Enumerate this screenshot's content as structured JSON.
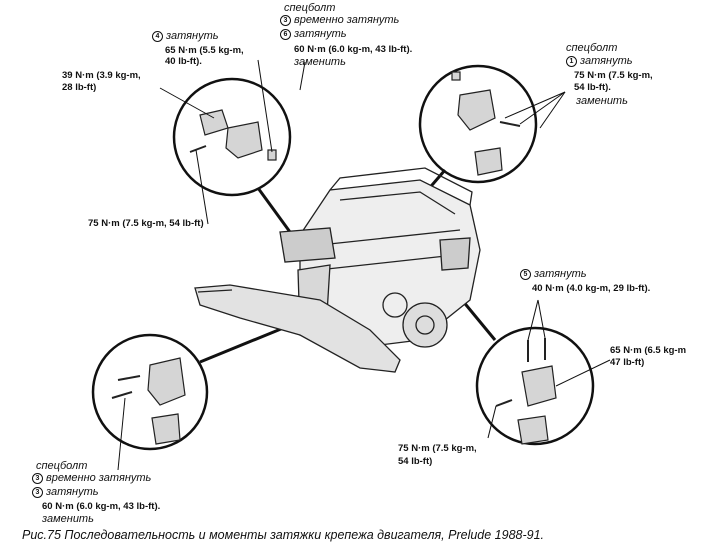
{
  "top_center": {
    "special_bolt": "спецболт",
    "step3_num": "3",
    "step3_text": "временно затянуть",
    "step6_num": "6",
    "step6_text": "затянуть",
    "torque": "60 N·m (6.0 kg-m, 43 lb-ft).",
    "replace": "заменить"
  },
  "top_left": {
    "step4_num": "4",
    "step4_text": "затянуть",
    "torque_a_line1": "65 N·m (5.5 kg-m,",
    "torque_a_line2": "40 lb-ft).",
    "torque_b_line1": "39 N·m (3.9 kg-m,",
    "torque_b_line2": "28 lb-ft)",
    "torque_c": "75 N·m (7.5 kg-m, 54 lb-ft)"
  },
  "top_right": {
    "special_bolt": "спецболт",
    "step1_num": "1",
    "step1_text": "затянуть",
    "torque_line1": "75 N·m (7.5 kg-m,",
    "torque_line2": "54 lb-ft).",
    "replace": "заменить"
  },
  "right": {
    "step5_num": "5",
    "step5_text": "затянуть",
    "torque_a": "40 N·m (4.0 kg-m, 29 lb-ft).",
    "torque_b_line1": "65 N·m (6.5 kg-m",
    "torque_b_line2": "47 lb-ft)",
    "torque_c_line1": "75 N·m (7.5 kg-m,",
    "torque_c_line2": "54 lb-ft)"
  },
  "bottom_left": {
    "special_bolt": "спецболт",
    "step3_num": "3",
    "step3_text": "временно затянуть",
    "step3b_num": "3",
    "step3b_text": "затянуть",
    "torque": "60 N·m (6.0 kg-m, 43 lb-ft).",
    "replace": "заменить"
  },
  "caption": "Рис.75  Последовательность и моменты затяжки крепежа двигателя, Prelude 1988-91."
}
